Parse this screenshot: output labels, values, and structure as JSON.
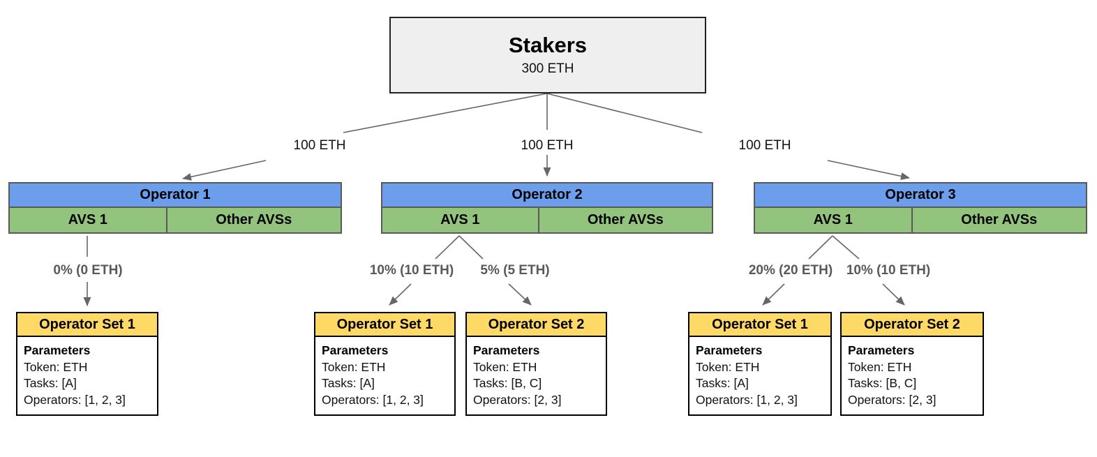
{
  "diagram": {
    "stakers": {
      "title": "Stakers",
      "amount": "300 ETH"
    },
    "allocation_labels": [
      {
        "label": "100 ETH"
      },
      {
        "label": "100 ETH"
      },
      {
        "label": "100 ETH"
      }
    ],
    "operators": [
      {
        "name": "Operator 1",
        "avs_label": "AVS 1",
        "other_label": "Other AVSs"
      },
      {
        "name": "Operator 2",
        "avs_label": "AVS 1",
        "other_label": "Other AVSs"
      },
      {
        "name": "Operator 3",
        "avs_label": "AVS 1",
        "other_label": "Other AVSs"
      }
    ],
    "slash_labels": [
      {
        "label": "0% (0 ETH)"
      },
      {
        "label": "10% (10 ETH)"
      },
      {
        "label": "5% (5 ETH)"
      },
      {
        "label": "20% (20 ETH)"
      },
      {
        "label": "10% (10 ETH)"
      }
    ],
    "operator_sets": [
      {
        "title": "Operator Set 1",
        "params_heading": "Parameters",
        "token": "Token: ETH",
        "tasks": "Tasks: [A]",
        "operators": "Operators: [1, 2, 3]"
      },
      {
        "title": "Operator Set 1",
        "params_heading": "Parameters",
        "token": "Token: ETH",
        "tasks": "Tasks: [A]",
        "operators": "Operators: [1, 2, 3]"
      },
      {
        "title": "Operator Set 2",
        "params_heading": "Parameters",
        "token": "Token: ETH",
        "tasks": "Tasks: [B, C]",
        "operators": "Operators: [2, 3]"
      },
      {
        "title": "Operator Set 1",
        "params_heading": "Parameters",
        "token": "Token: ETH",
        "tasks": "Tasks: [A]",
        "operators": "Operators: [1, 2, 3]"
      },
      {
        "title": "Operator Set 2",
        "params_heading": "Parameters",
        "token": "Token: ETH",
        "tasks": "Tasks: [B, C]",
        "operators": "Operators: [2, 3]"
      }
    ],
    "colors": {
      "operator_header_blue": "#6d9eeb",
      "avs_cell_green": "#93c47d",
      "operator_set_yellow": "#ffd966",
      "stakers_fill_gray": "#efefef",
      "connector_gray": "#666666",
      "slash_label_gray": "#595959"
    }
  }
}
